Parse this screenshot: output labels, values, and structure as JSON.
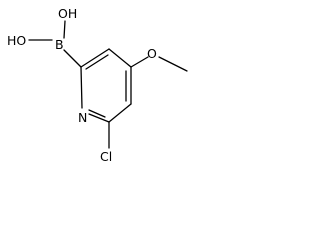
{
  "molecule": {
    "atom_labels": {
      "oh_top": "OH",
      "ho_left": "HO",
      "boron": "B",
      "nitrogen": "N",
      "chlorine": "Cl",
      "oxygen": "O"
    }
  },
  "colors": {
    "bond": "#000000",
    "label": "#000000",
    "background": "#ffffff"
  }
}
